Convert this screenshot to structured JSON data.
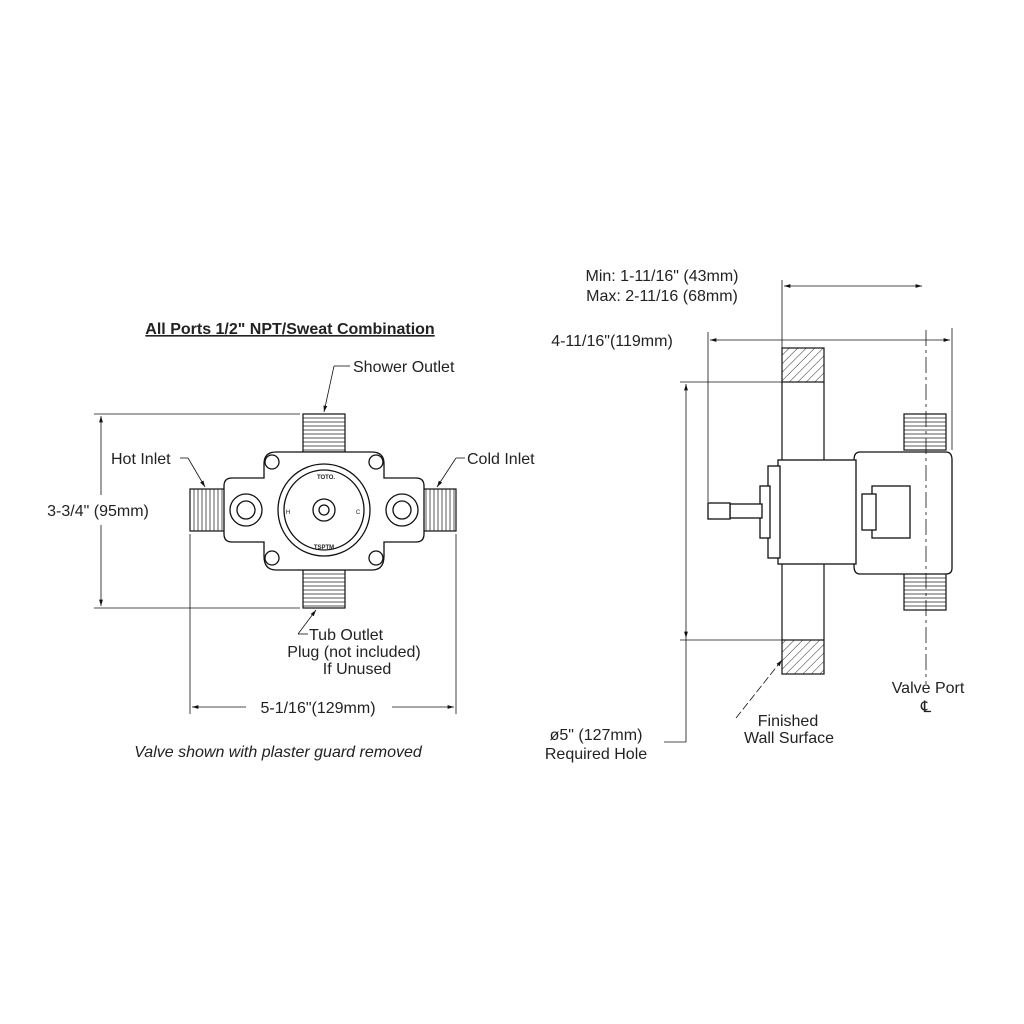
{
  "front_view": {
    "title": "All Ports 1/2\" NPT/Sweat Combination",
    "labels": {
      "shower_outlet": "Shower Outlet",
      "hot_inlet": "Hot Inlet",
      "cold_inlet": "Cold Inlet",
      "tub_outlet": "Tub Outlet",
      "plug_note_1": "Plug (not included)",
      "plug_note_2": "If Unused"
    },
    "dimensions": {
      "height": "3-3/4\" (95mm)",
      "width": "5-1/16\"(129mm)"
    },
    "valve_markings": {
      "brand": "TOTO.",
      "model": "TSPTM",
      "hot_mark": "H",
      "cold_mark": "C"
    },
    "caption": "Valve shown with plaster guard removed"
  },
  "side_view": {
    "dimensions": {
      "depth_min": "Min: 1-11/16\" (43mm)",
      "depth_max": "Max: 2-11/16 (68mm)",
      "overall": "4-11/16\"(119mm)",
      "hole_1": "ø5\" (127mm)",
      "hole_2": "Required Hole"
    },
    "labels": {
      "wall_1": "Finished",
      "wall_2": "Wall Surface",
      "port_1": "Valve Port",
      "port_2": "℄"
    }
  },
  "colors": {
    "line": "#111111",
    "background": "#ffffff"
  }
}
